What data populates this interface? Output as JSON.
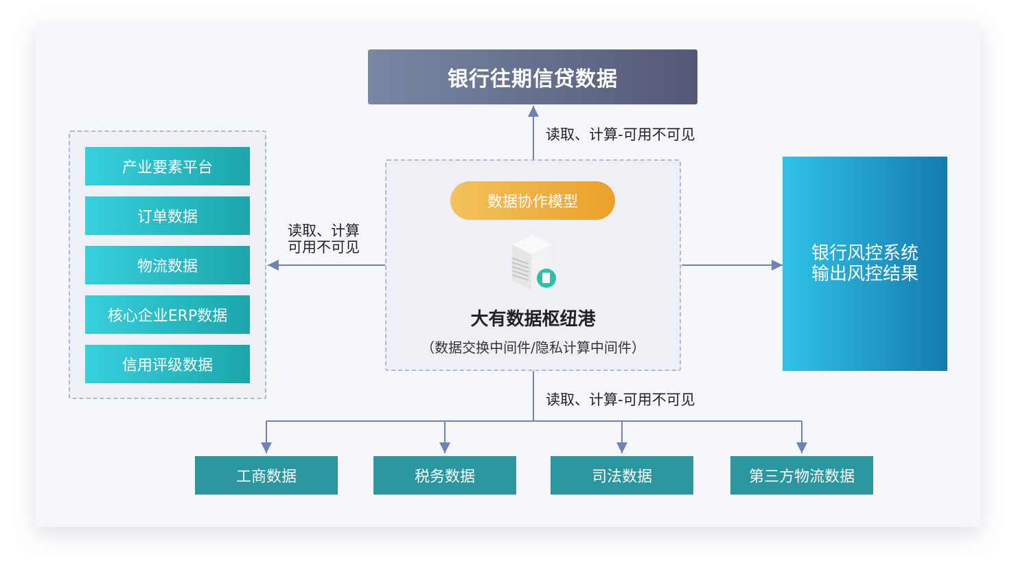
{
  "top_box": "银行往期信贷数据",
  "labels": {
    "top": "读取、计算-可用不可见",
    "left_line1": "读取、计算",
    "left_line2": "可用不可见",
    "bottom": "读取、计算-可用不可见"
  },
  "left_items": [
    "产业要素平台",
    "订单数据",
    "物流数据",
    "核心企业ERP数据",
    "信用评级数据"
  ],
  "center": {
    "pill": "数据协作模型",
    "title": "大有数据枢纽港",
    "subtitle": "（数据交换中间件/隐私计算中间件）"
  },
  "right_box": {
    "line1": "银行风控系统",
    "line2": "输出风控结果"
  },
  "bottom_items": [
    "工商数据",
    "税务数据",
    "司法数据",
    "第三方物流数据"
  ],
  "colors": {
    "line": "#6e82b4",
    "teal": "#2a979e",
    "orange": "#eba02a"
  }
}
